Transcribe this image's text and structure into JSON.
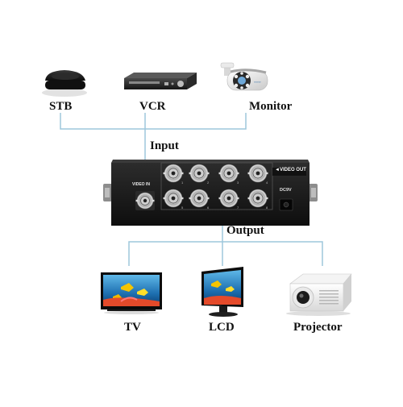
{
  "sources": [
    {
      "key": "stb",
      "label": "STB",
      "icon": "set-top-box-icon"
    },
    {
      "key": "vcr",
      "label": "VCR",
      "icon": "vcr-icon"
    },
    {
      "key": "monitor",
      "label": "Monitor",
      "icon": "security-camera-icon"
    }
  ],
  "input_label": "Input",
  "output_label": "Output",
  "splitter": {
    "icon": "video-splitter-icon",
    "video_in_label": "VIDEO IN",
    "video_out_label": "◄VIDEO OUT",
    "power_label": "DC9V",
    "port_numbers": [
      "1",
      "2",
      "3",
      "4",
      "5",
      "6",
      "7",
      "8"
    ]
  },
  "displays": [
    {
      "key": "tv",
      "label": "TV",
      "icon": "tv-icon"
    },
    {
      "key": "lcd",
      "label": "LCD",
      "icon": "lcd-monitor-icon"
    },
    {
      "key": "projector",
      "label": "Projector",
      "icon": "projector-icon"
    }
  ],
  "colors": {
    "line": "#9ec7dc",
    "device_black": "#1a1a1a",
    "screen_water": "#2a86c8"
  }
}
